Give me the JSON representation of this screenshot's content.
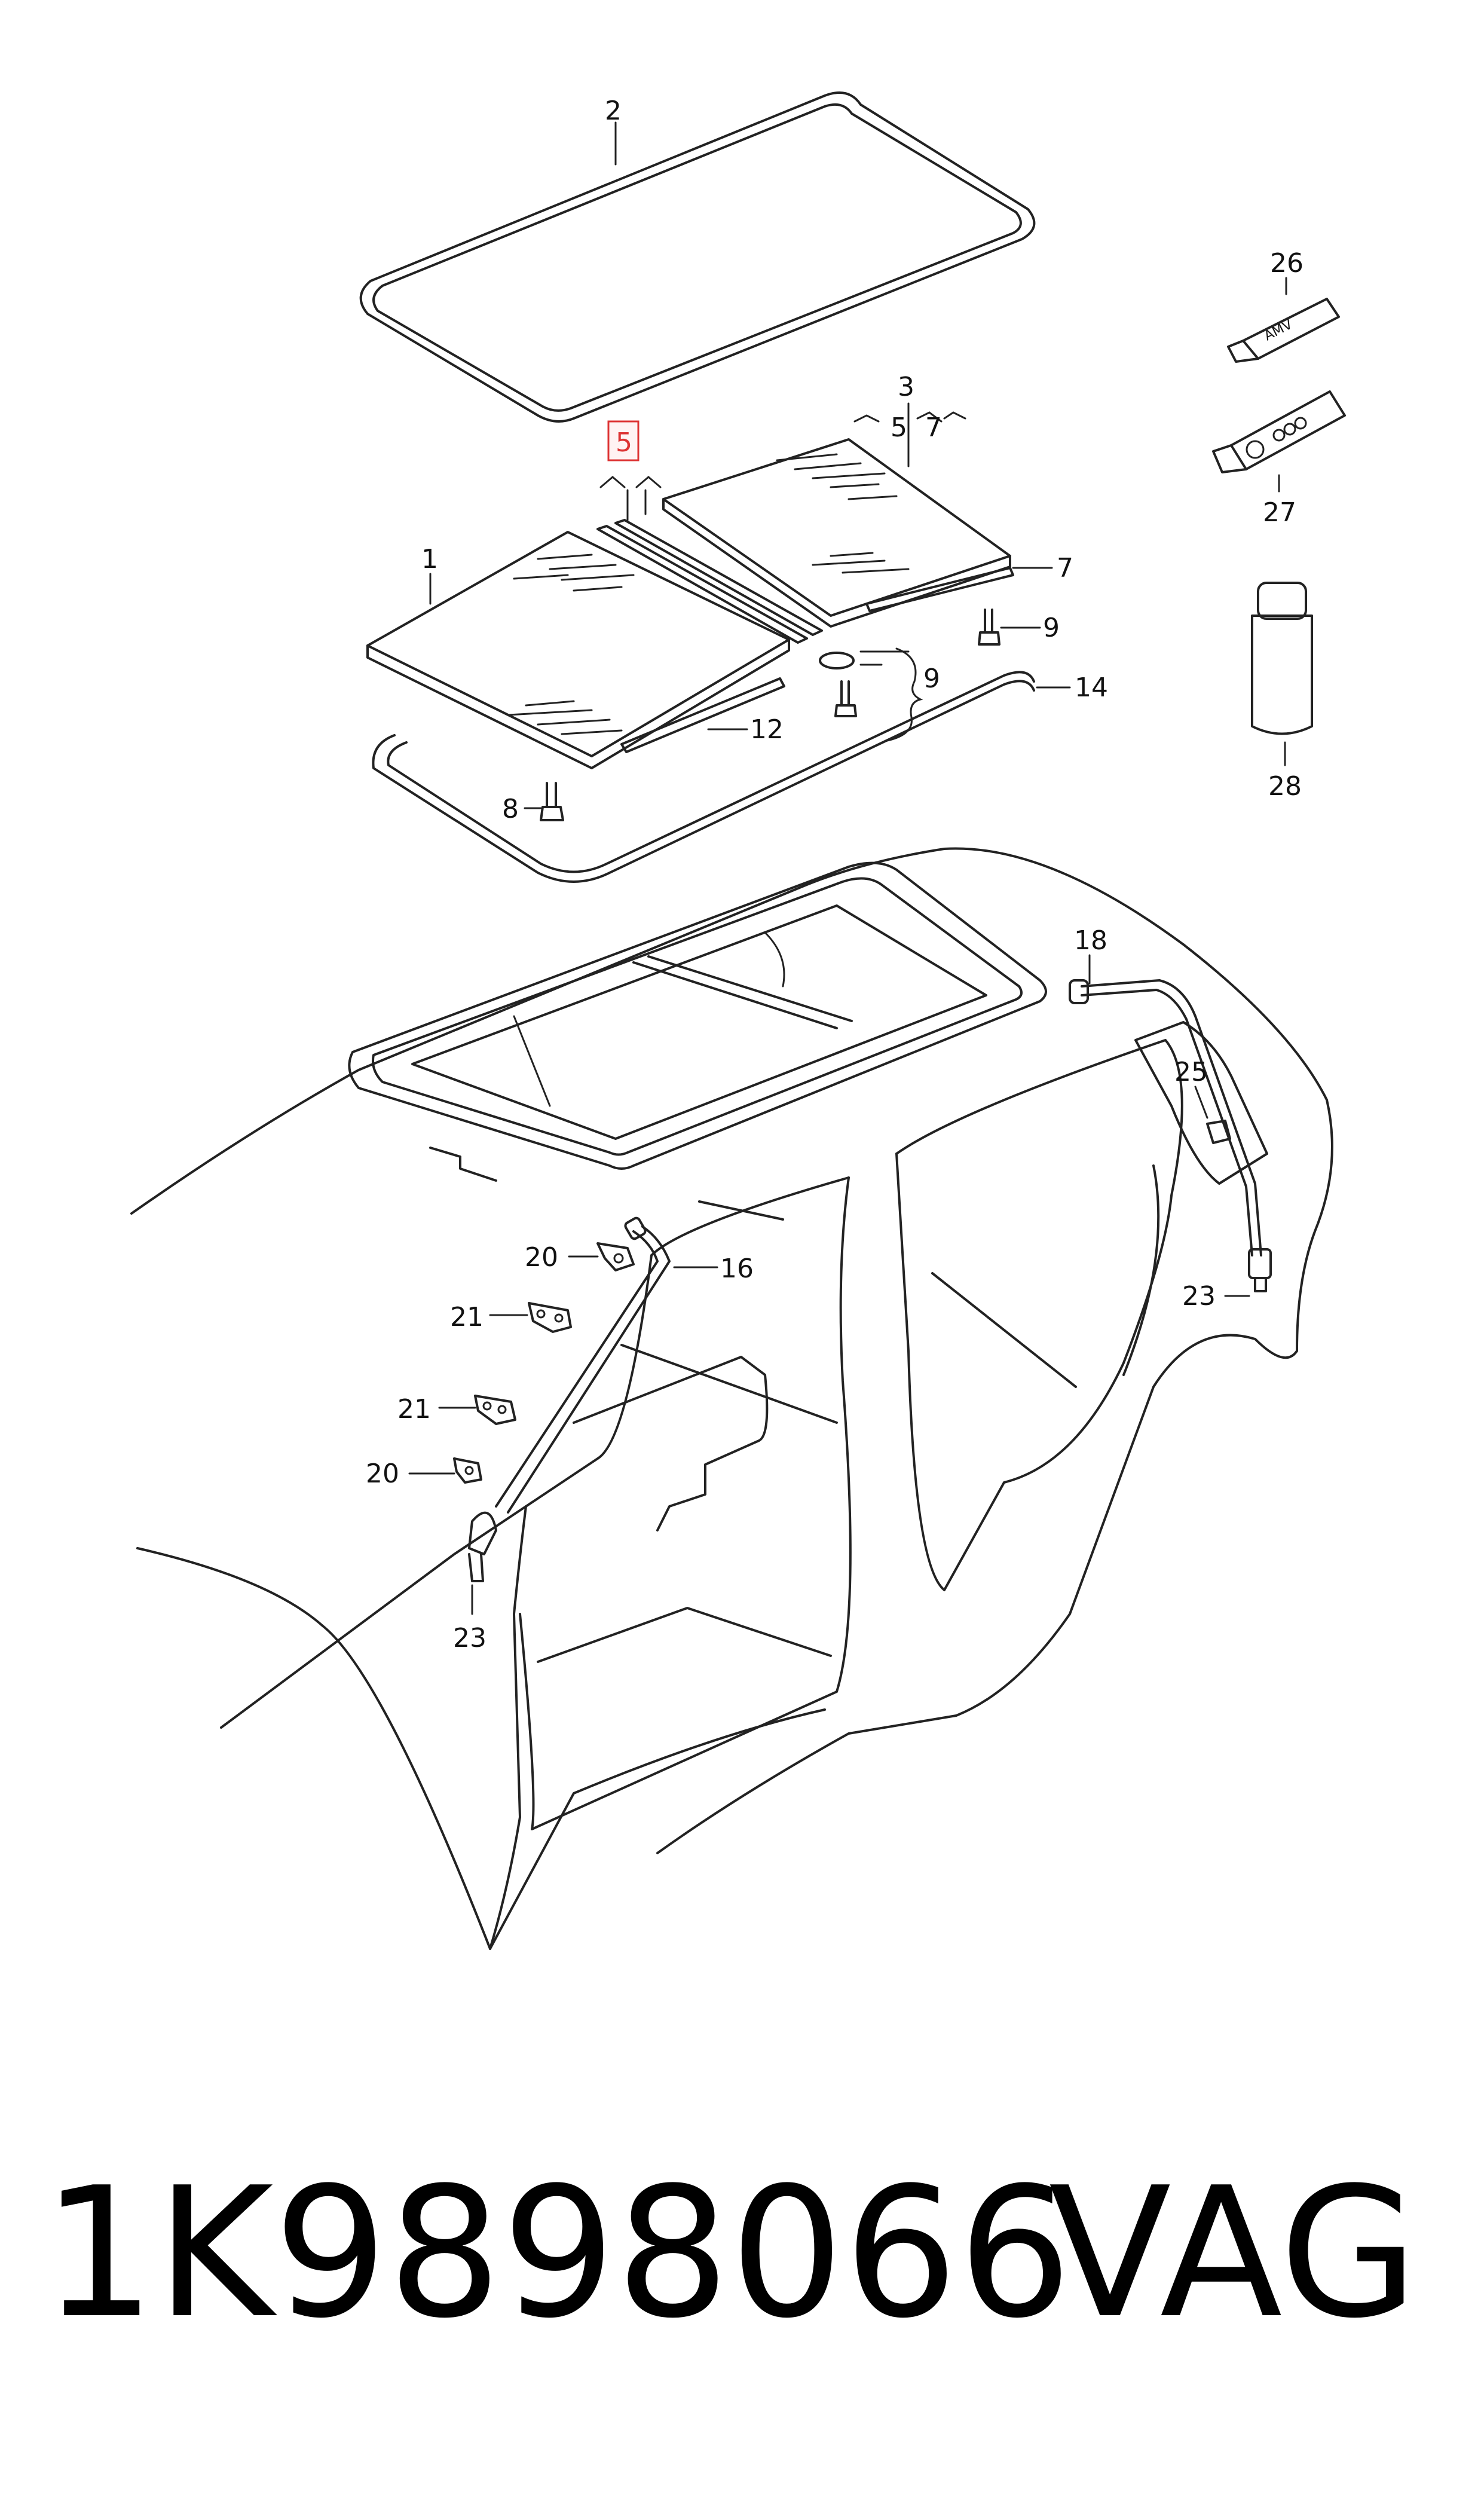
{
  "callouts": {
    "c1": "1",
    "c2": "2",
    "c3": "3",
    "c5": "5",
    "c5b": "5",
    "c7": "7",
    "c7b": "7",
    "c8": "8",
    "c9a": "9",
    "c9b": "9",
    "c12": "12",
    "c14": "14",
    "c16": "16",
    "c18": "18",
    "c20a": "20",
    "c20b": "20",
    "c21a": "21",
    "c21b": "21",
    "c23a": "23",
    "c23b": "23",
    "c25": "25",
    "c26": "26",
    "c27": "27",
    "c28": "28"
  },
  "tube_labels": {
    "amv": "AMV"
  },
  "highlight": {
    "part": "5",
    "color": "#d33333"
  },
  "footer": {
    "part_number": "1K9898066",
    "brand": "VAG"
  }
}
